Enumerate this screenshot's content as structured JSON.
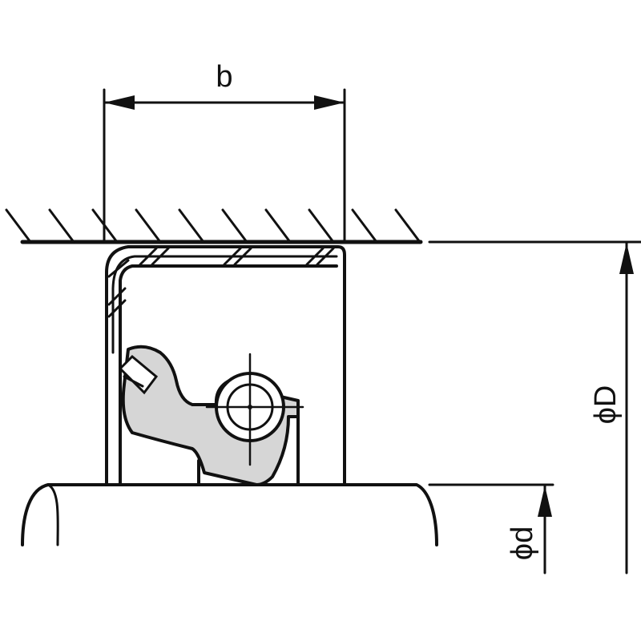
{
  "dimensions": {
    "width_label": "b",
    "outer_diameter_label": "ϕD",
    "inner_diameter_label": "ϕd"
  },
  "colors": {
    "line": "#111111",
    "rubber_fill": "#d6d6d6",
    "background": "#ffffff"
  }
}
